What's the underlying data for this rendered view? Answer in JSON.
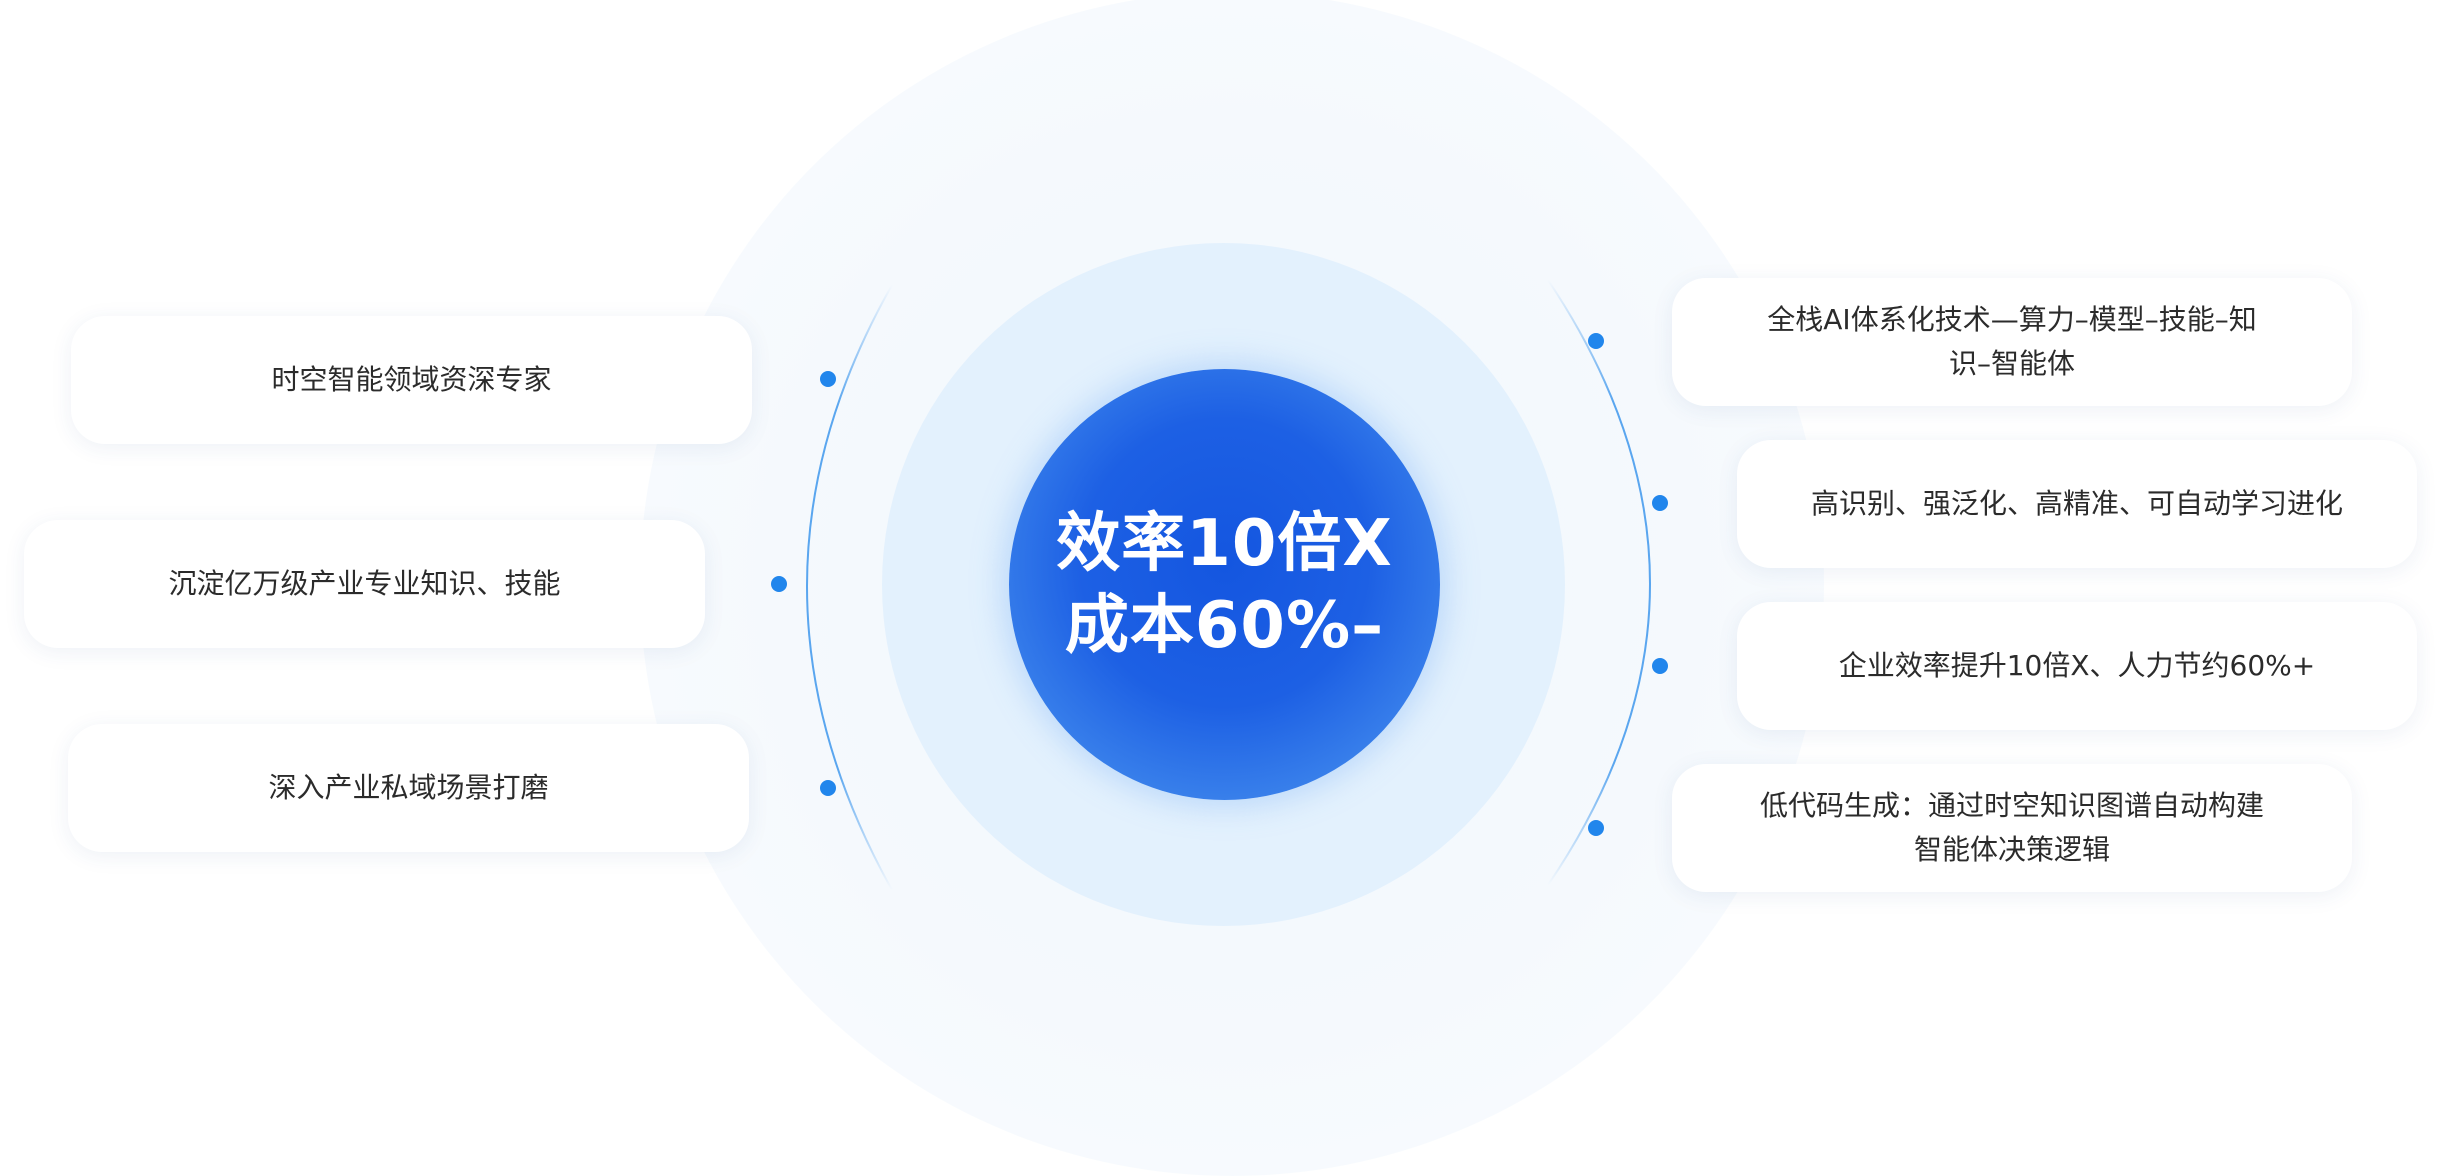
{
  "center": {
    "line1": "效率10倍X",
    "line2": "成本60%–"
  },
  "left_items": [
    {
      "label": "时空智能领域资深专家"
    },
    {
      "label": "沉淀亿万级产业专业知识、技能"
    },
    {
      "label": "深入产业私域场景打磨"
    }
  ],
  "right_items": [
    {
      "label": "全栈AI体系化技术—算力–模型–技能–知识–智能体"
    },
    {
      "label": "高识别、强泛化、高精准、可自动学习进化"
    },
    {
      "label": "企业效率提升10倍X、人力节约60%+"
    },
    {
      "label": "低代码生成：通过时空知识图谱自动构建智能体决策逻辑"
    }
  ],
  "colors": {
    "core": "#1d60e4",
    "dot": "#2186ec",
    "arc": "#5aa6ef",
    "text": "#2b2b2b"
  }
}
